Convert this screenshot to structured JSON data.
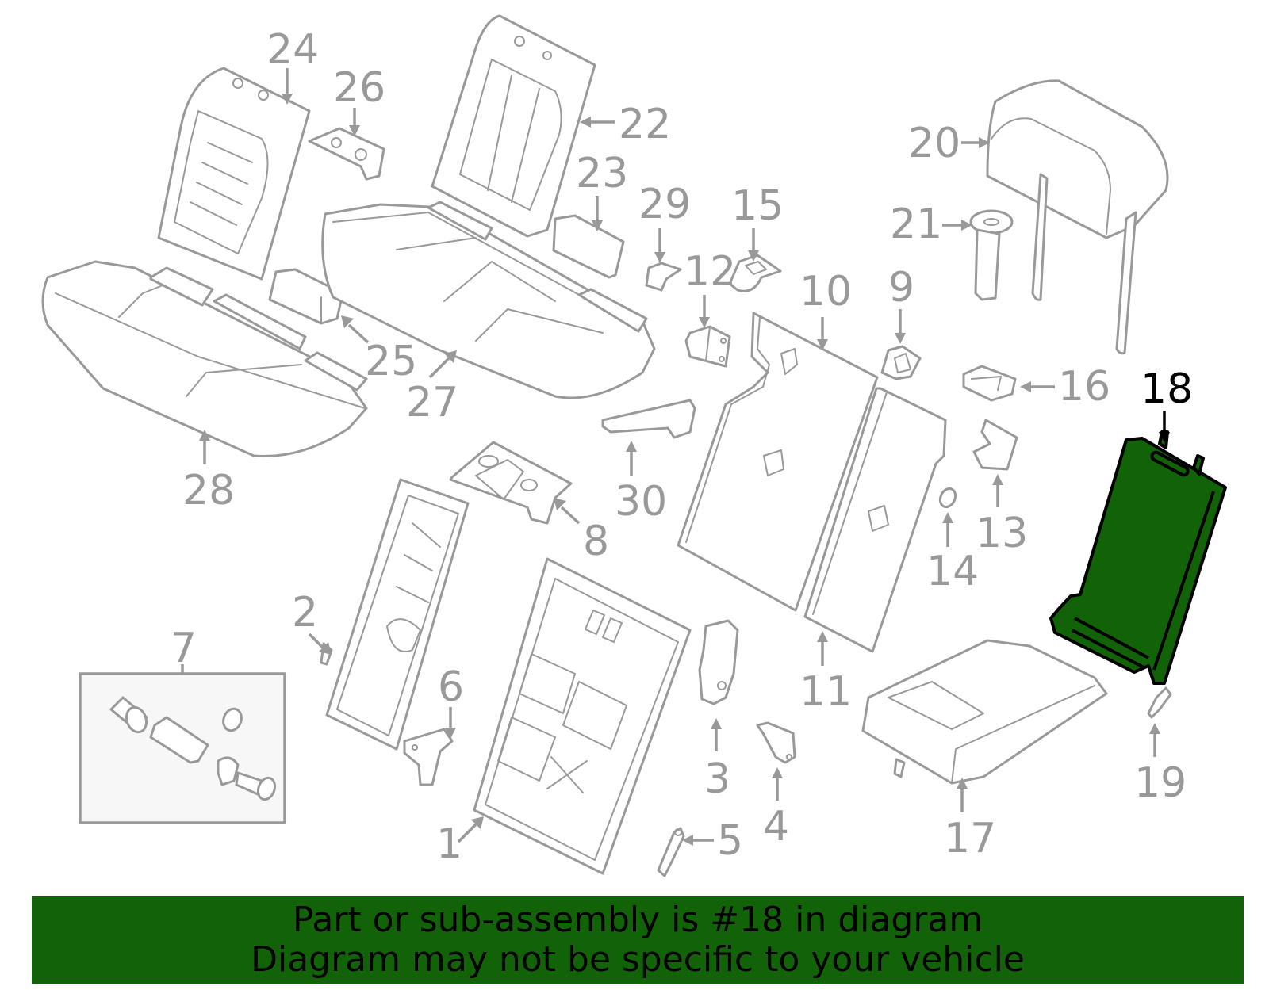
{
  "diagram": {
    "title": "Rear seat components exploded parts diagram",
    "highlighted_part": "18",
    "highlight_color": "#126307",
    "line_color": "#999999",
    "callouts": [
      {
        "id": "1",
        "label": "1"
      },
      {
        "id": "2",
        "label": "2"
      },
      {
        "id": "3",
        "label": "3"
      },
      {
        "id": "4",
        "label": "4"
      },
      {
        "id": "5",
        "label": "5"
      },
      {
        "id": "6",
        "label": "6"
      },
      {
        "id": "7",
        "label": "7"
      },
      {
        "id": "8",
        "label": "8"
      },
      {
        "id": "9",
        "label": "9"
      },
      {
        "id": "10",
        "label": "10"
      },
      {
        "id": "11",
        "label": "11"
      },
      {
        "id": "12",
        "label": "12"
      },
      {
        "id": "13",
        "label": "13"
      },
      {
        "id": "14",
        "label": "14"
      },
      {
        "id": "15",
        "label": "15"
      },
      {
        "id": "16",
        "label": "16"
      },
      {
        "id": "17",
        "label": "17"
      },
      {
        "id": "18",
        "label": "18"
      },
      {
        "id": "19",
        "label": "19"
      },
      {
        "id": "20",
        "label": "20"
      },
      {
        "id": "21",
        "label": "21"
      },
      {
        "id": "22",
        "label": "22"
      },
      {
        "id": "23",
        "label": "23"
      },
      {
        "id": "24",
        "label": "24"
      },
      {
        "id": "25",
        "label": "25"
      },
      {
        "id": "26",
        "label": "26"
      },
      {
        "id": "27",
        "label": "27"
      },
      {
        "id": "28",
        "label": "28"
      },
      {
        "id": "29",
        "label": "29"
      },
      {
        "id": "30",
        "label": "30"
      }
    ]
  },
  "banner": {
    "line1": "Part or sub-assembly is #18 in diagram",
    "line2": "Diagram may not be specific to your vehicle",
    "background": "#126307"
  }
}
